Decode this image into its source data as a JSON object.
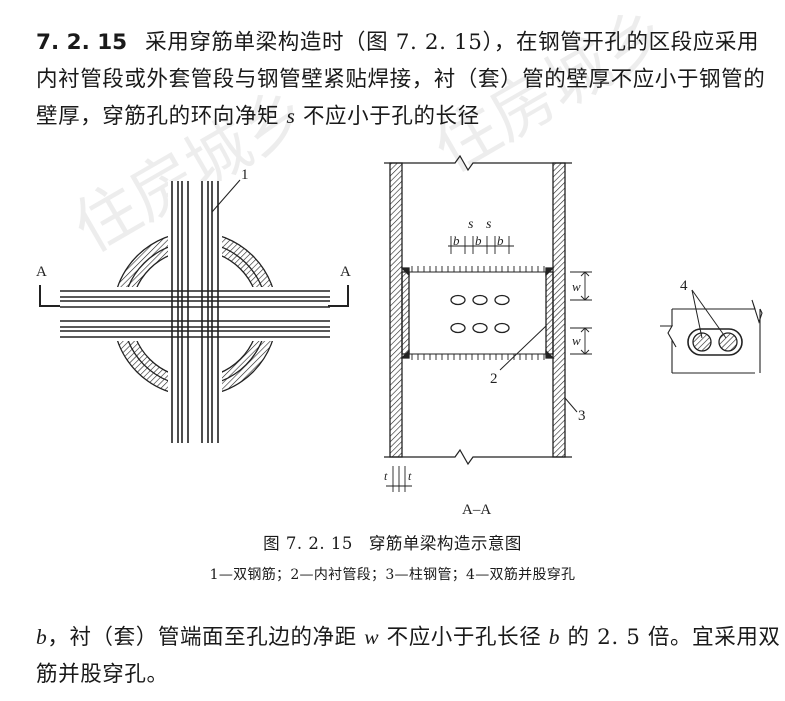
{
  "clause_number": "7. 2. 15",
  "paragraph1": "采用穿筋单梁构造时（图 7. 2. 15），在钢管开孔的区段应采用内衬管段或外套管段与钢管壁紧贴焊接，衬（套）管的壁厚不应小于钢管的壁厚，穿筋孔的环向净矩",
  "symbol_s": "s",
  "paragraph1_end": "不应小于孔的长径",
  "symbol_b": "b",
  "paragraph2_a": "，衬（套）管端面至孔边的净距",
  "symbol_w": "w",
  "paragraph2_b": "不应小于孔长径",
  "symbol_b2": "b",
  "paragraph2_c": "的 2. 5 倍。宜采用双筋并股穿孔。",
  "figure": {
    "number": "图 7. 2. 15",
    "title": "穿筋单梁构造示意图",
    "legend": "1—双钢筋；2—内衬管段；3—柱钢管；4—双筋并股穿孔",
    "labels": {
      "callout_1": "1",
      "callout_2": "2",
      "callout_3": "3",
      "callout_4": "4",
      "section_a_left": "A",
      "section_a_right": "A",
      "section_view": "A–A",
      "dim_s": "s",
      "dim_b": "b",
      "dim_w": "w",
      "dim_t": "t",
      "dim_t1": "t"
    }
  },
  "watermark_text": "住房城乡"
}
